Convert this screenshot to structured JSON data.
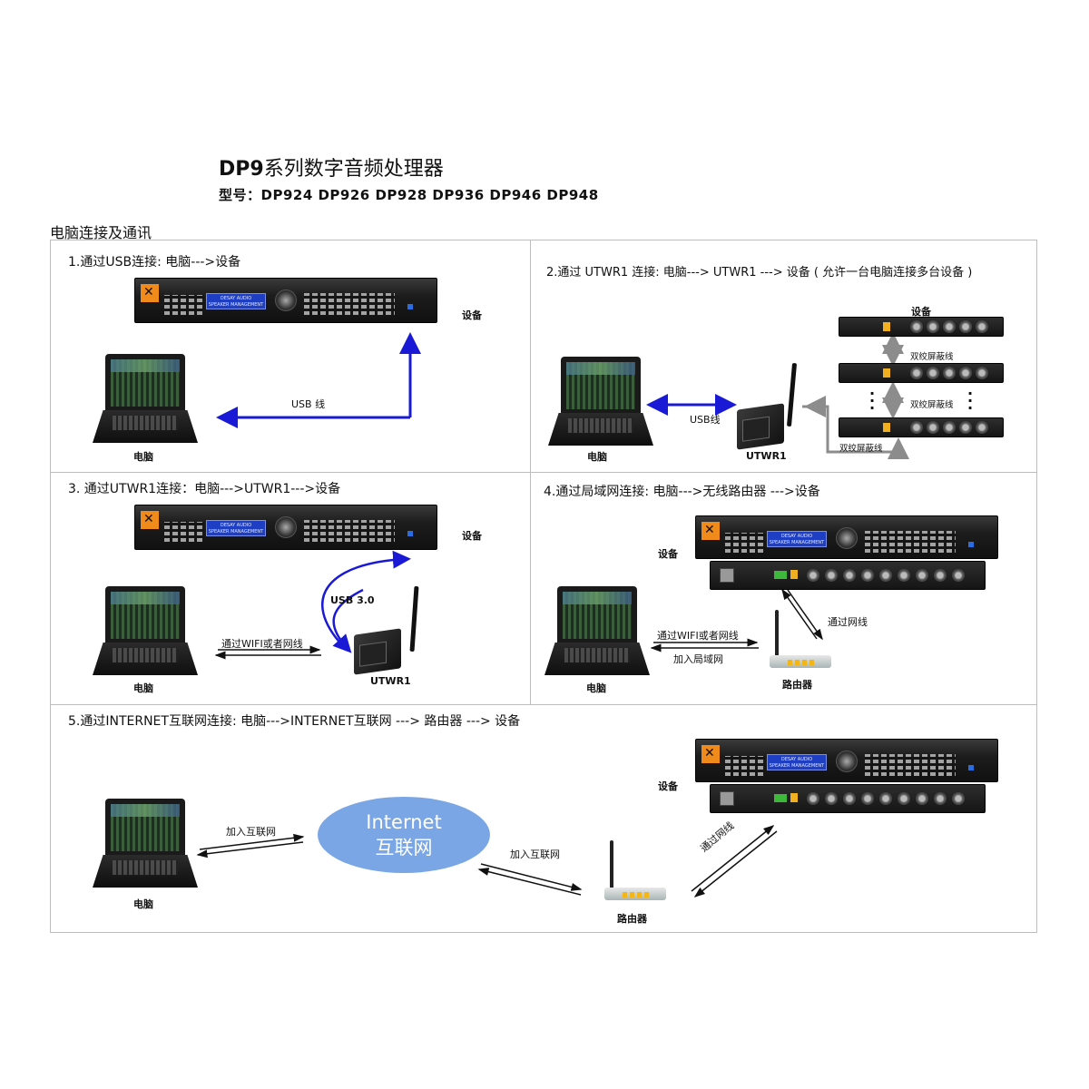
{
  "header": {
    "title_bold": "DP9",
    "title_rest": "系列数字音频处理器",
    "models": "型号：DP924   DP926   DP928  DP936   DP946   DP948",
    "section": "电脑连接及通讯"
  },
  "panels": {
    "p1": {
      "title": "1.通过USB连接:  电脑--->设备",
      "device": "设备",
      "cable": "USB  线",
      "pc": "电脑"
    },
    "p2": {
      "title": "2.通过 UTWR1 连接:  电脑---> UTWR1 ---> 设备 ( 允许一台电脑连接多台设备 )",
      "device": "设备",
      "cable_twisted": "双绞屏蔽线",
      "usb": "USB线",
      "pc": "电脑",
      "utwr": "UTWR1"
    },
    "p3": {
      "title": "3. 通过UTWR1连接：电脑--->UTWR1--->设备",
      "device": "设备",
      "usb3": "USB 3.0",
      "wifi": "通过WIFI或者网线",
      "pc": "电脑",
      "utwr": "UTWR1"
    },
    "p4": {
      "title": "4.通过局域网连接:  电脑--->无线路由器 --->设备",
      "device": "设备",
      "net_cable": "通过网线",
      "wifi": "通过WIFI或者网线",
      "lan": "加入局域网",
      "pc": "电脑",
      "router": "路由器"
    },
    "p5": {
      "title": "5.通过INTERNET互联网连接:  电脑--->INTERNET互联网 ---> 路由器 ---> 设备",
      "device": "设备",
      "join1": "加入互联网",
      "join2": "加入互联网",
      "internet_en": "Internet",
      "internet_cn": "互联网",
      "net_cable": "通过网线",
      "pc": "电脑",
      "router": "路由器"
    }
  },
  "device_lcd": {
    "line1": "DESAY AUDIO",
    "line2": "SPEAKER MANAGEMENT"
  },
  "colors": {
    "usb_arrow": "#1a1ad6",
    "cloud": "#7aa6e6",
    "grey_arrow": "#8c8c8c",
    "grid": "#bdbdbd"
  }
}
